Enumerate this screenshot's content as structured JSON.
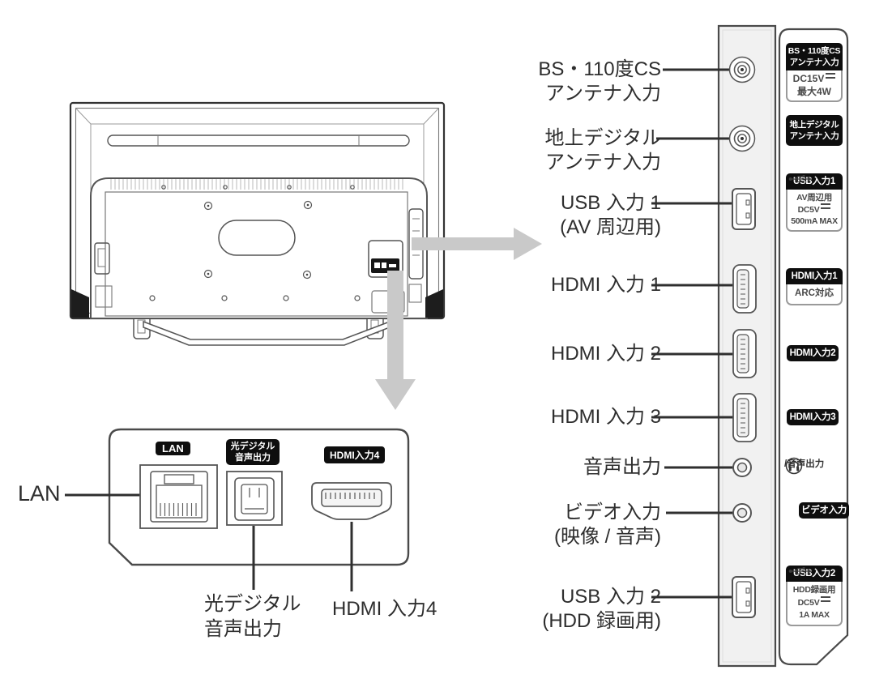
{
  "colors": {
    "line": "#2f2f2f",
    "outline": "#4a4a4a",
    "badge_bg": "#0e0e0e",
    "badge_text": "#ffffff",
    "arrow": "#c9c9c9",
    "strip_fill": "#f1f1f1",
    "spec_border": "#9a9a9a",
    "spec_text": "#4a4a4a"
  },
  "side_callouts": [
    {
      "line1": "BS・110度CS",
      "line2": "アンテナ入力"
    },
    {
      "line1": "地上デジタル",
      "line2": "アンテナ入力"
    },
    {
      "line1": "USB 入力 1",
      "line2": "(AV 周辺用)"
    },
    {
      "line1": "HDMI 入力 1"
    },
    {
      "line1": "HDMI 入力 2"
    },
    {
      "line1": "HDMI 入力 3"
    },
    {
      "line1": "音声出力"
    },
    {
      "line1": "ビデオ入力",
      "line2": "(映像 / 音声)"
    },
    {
      "line1": "USB 入力 2",
      "line2": "(HDD 録画用)"
    }
  ],
  "panel_labels": {
    "bs": {
      "badge1": "BS・110度CS",
      "badge2": "アンテナ入力",
      "spec1": "DC15V",
      "spec2": "最大4W"
    },
    "terrestrial": {
      "badge1": "地上デジタル",
      "badge2": "アンテナ入力"
    },
    "usb1": {
      "badge": "USB入力1",
      "spec1": "AV周辺用",
      "spec2": "DC5V",
      "spec3": "500mA MAX"
    },
    "hdmi1": {
      "badge": "HDMI入力1",
      "spec": "ARC対応"
    },
    "hdmi2": {
      "badge": "HDMI入力2"
    },
    "hdmi3": {
      "badge": "HDMI入力3"
    },
    "audio": {
      "label": "/音声出力"
    },
    "video": {
      "badge": "ビデオ入力"
    },
    "usb2": {
      "badge": "USB入力2",
      "spec1": "HDD録画用",
      "spec2": "DC5V",
      "spec3": "1A MAX"
    }
  },
  "bottom_panel": {
    "lan_badge": "LAN",
    "lan_callout": "LAN",
    "optical_badge1": "光デジタル",
    "optical_badge2": "音声出力",
    "optical_callout1": "光デジタル",
    "optical_callout2": "音声出力",
    "hdmi4_badge": "HDMI入力4",
    "hdmi4_callout": "HDMI 入力4"
  }
}
